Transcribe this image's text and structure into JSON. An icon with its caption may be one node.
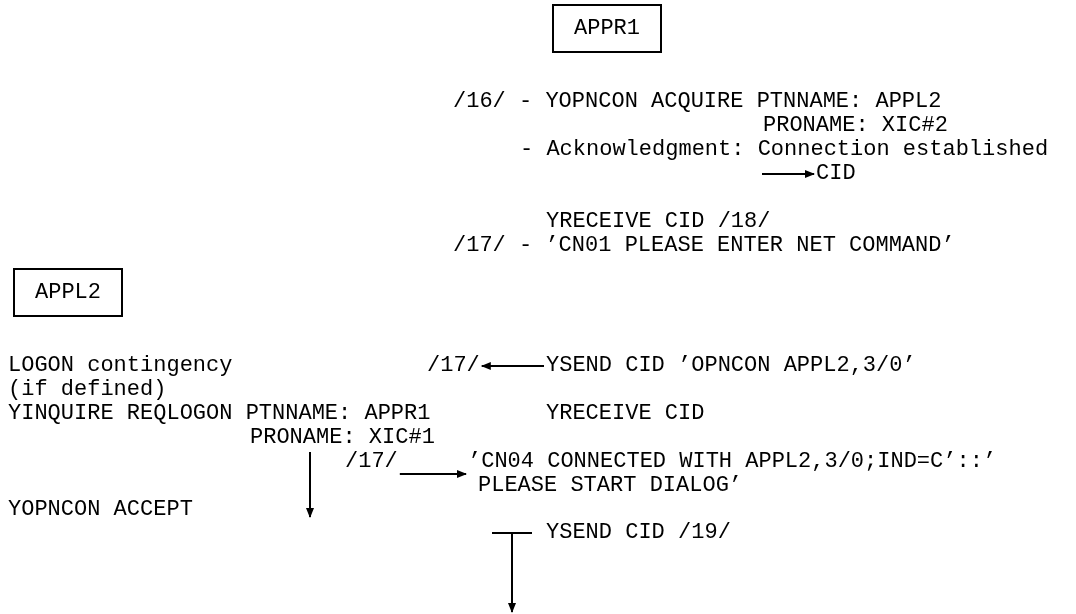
{
  "diagram": {
    "nodes": [
      {
        "text": [
          "APPR1"
        ]
      },
      {
        "text": [
          "CID"
        ]
      },
      {
        "text": [
          "APPL2"
        ]
      },
      {
        "text": [
          "/17/"
        ]
      },
      {
        "text": [
          "YSEND CID ’OPNCON APPL2,3/0’"
        ]
      },
      {
        "text": [
          "YINQUIRE REQLOGON PTNNAME: APPR1",
          "PRONAME: XIC#1"
        ]
      },
      {
        "text": [
          "/17/"
        ]
      },
      {
        "text": [
          "’CN04 CONNECTED WITH APPL2,3/0;IND=C’::’ PLEASE START DIALOG’"
        ]
      },
      {
        "text": [
          "YSEND CID /19/"
        ]
      }
    ],
    "edges": [
      {
        "from": null,
        "to": 1,
        "arrow": "to"
      },
      {
        "from": 4,
        "to": 3,
        "arrow": "to"
      },
      {
        "from": 6,
        "to": 7,
        "arrow": "to"
      },
      {
        "from": 5,
        "to": null,
        "arrow": "to"
      },
      {
        "from": 8,
        "to": null,
        "arrow": "to"
      }
    ],
    "labels": [
      "/16/ - YOPNCON ACQUIRE PTNNAME: APPL2",
      "PRONAME: XIC#2",
      "- Acknowledgment: Connection established",
      "YRECEIVE CID /18/",
      "/17/ - ’CN01 PLEASE ENTER NET COMMAND’",
      "LOGON contingency (if defined)",
      "YRECEIVE CID",
      "YOPNCON ACCEPT"
    ]
  }
}
